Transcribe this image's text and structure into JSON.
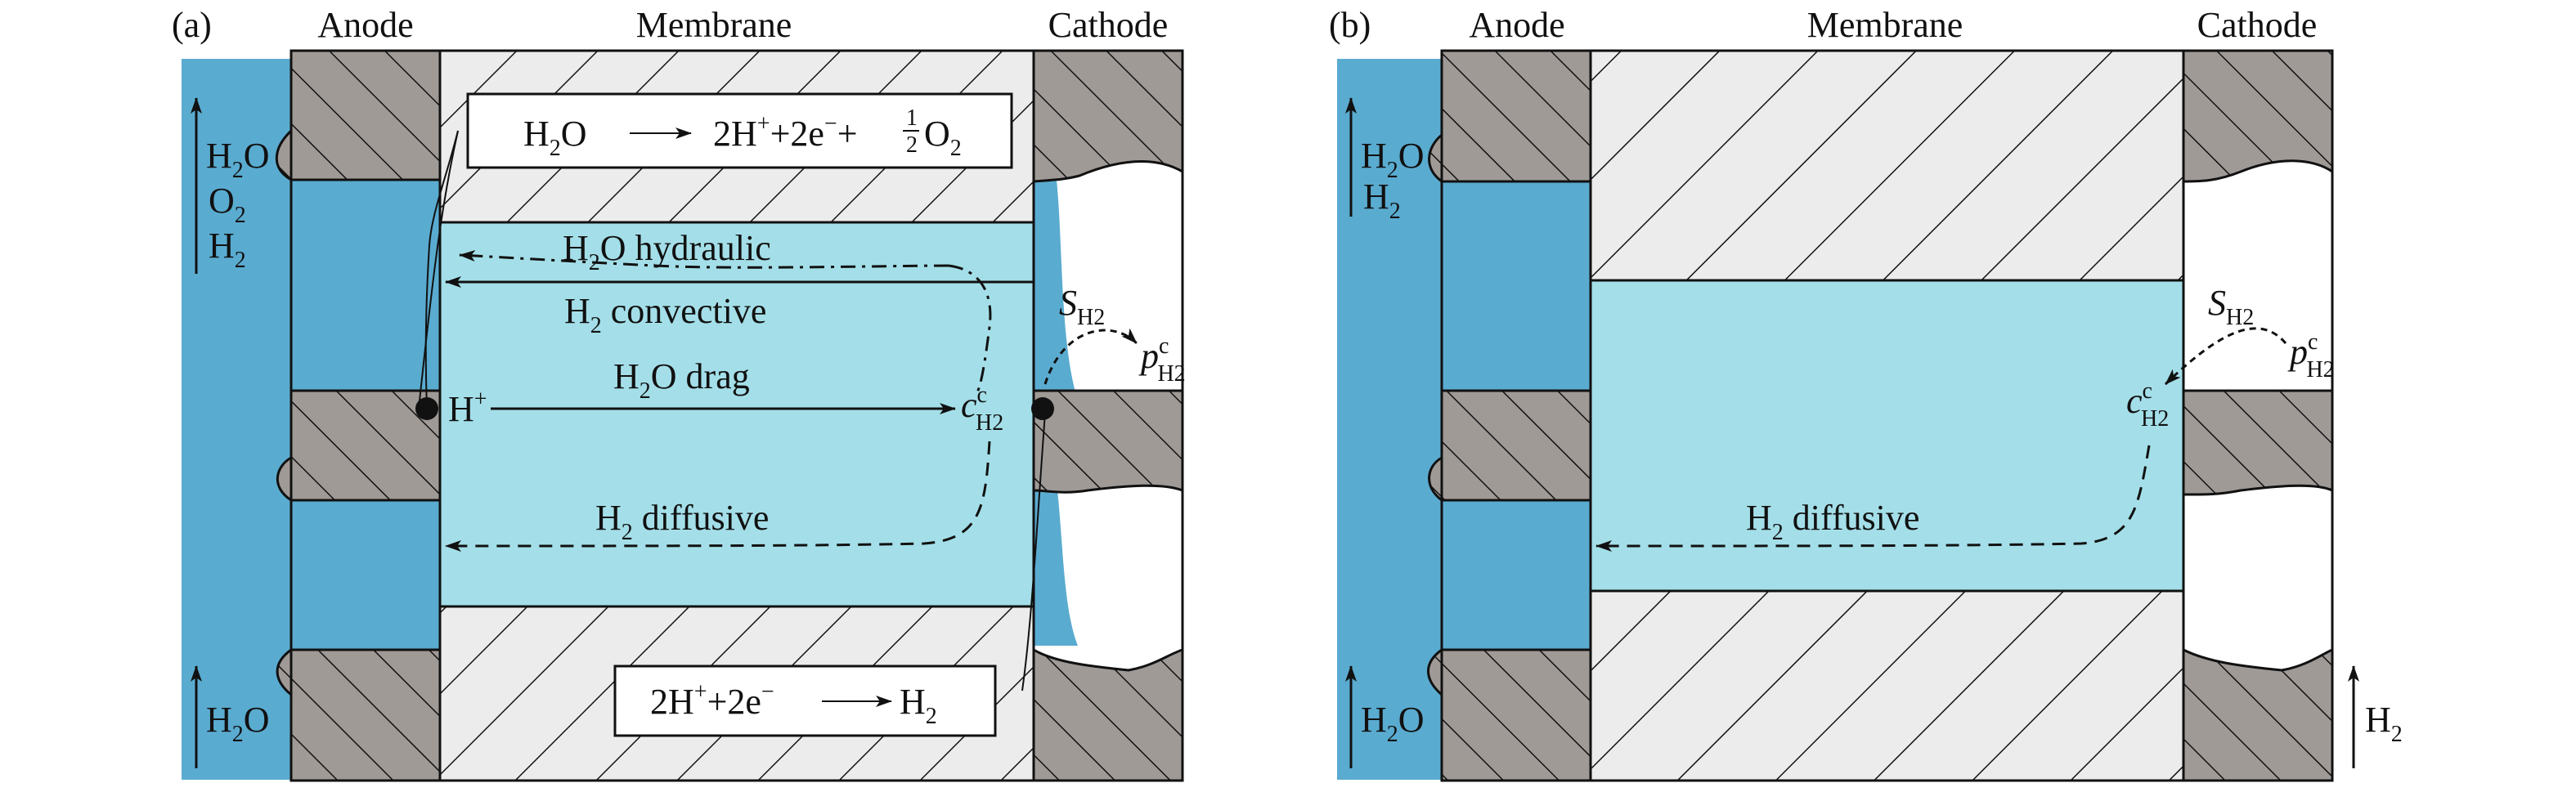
{
  "panel_a": {
    "tag": "(a)",
    "col_anode": "Anode",
    "col_membrane": "Membrane",
    "col_cathode": "Cathode",
    "anode_reaction": {
      "lhs": "H",
      "lhs_sub": "2",
      "lhs_tail": "O",
      "rhs1": "2H",
      "rhs1_sup": "+",
      "rhs2": "+2e",
      "rhs2_sup": "−",
      "rhs3": "+",
      "frac_num": "1",
      "frac_den": "2",
      "rhs4": "O",
      "rhs4_sub": "2"
    },
    "cathode_reaction": {
      "lhs1": "2H",
      "lhs1_sup": "+",
      "lhs2": "+2e",
      "lhs2_sup": "−",
      "rhs": "H",
      "rhs_sub": "2"
    },
    "inlet_top": {
      "l1": "H",
      "l1_sub": "2",
      "l1_tail": "O",
      "l2": "O",
      "l2_sub": "2",
      "l3": "H",
      "l3_sub": "2"
    },
    "inlet_bottom": {
      "l1": "H",
      "l1_sub": "2",
      "l1_tail": "O"
    },
    "flow_hydraulic": {
      "pre": "H",
      "sub": "2",
      "post": "O hydraulic"
    },
    "flow_convective": {
      "pre": "H",
      "sub": "2",
      "post": " convective"
    },
    "flow_drag": {
      "pre": "H",
      "sub": "2",
      "post": "O drag"
    },
    "flow_diffusive": {
      "pre": "H",
      "sub": "2",
      "post": " diffusive"
    },
    "proton": {
      "base": "H",
      "sup": "+"
    },
    "c_label": {
      "base": "c",
      "sup": "c",
      "sub": "H2"
    },
    "s_label": {
      "base": "S",
      "sub": "H2"
    },
    "p_label": {
      "base": "p",
      "sup": "c",
      "sub": "H2"
    }
  },
  "panel_b": {
    "tag": "(b)",
    "col_anode": "Anode",
    "col_membrane": "Membrane",
    "col_cathode": "Cathode",
    "inlet_top": {
      "l1": "H",
      "l1_sub": "2",
      "l1_tail": "O",
      "l2": "H",
      "l2_sub": "2"
    },
    "inlet_bottom": {
      "l1": "H",
      "l1_sub": "2",
      "l1_tail": "O"
    },
    "outlet_right": {
      "l1": "H",
      "l1_sub": "2"
    },
    "flow_diffusive": {
      "pre": "H",
      "sub": "2",
      "post": " diffusive"
    },
    "c_label": {
      "base": "c",
      "sup": "c",
      "sub": "H2"
    },
    "s_label": {
      "base": "S",
      "sub": "H2"
    },
    "p_label": {
      "base": "p",
      "sup": "c",
      "sub": "H2"
    }
  },
  "colors": {
    "water": "#5aabd0",
    "membrane_water": "#a4dfe9",
    "electrode": "#a09a97",
    "membrane": "#ececec",
    "stroke": "#111111"
  }
}
